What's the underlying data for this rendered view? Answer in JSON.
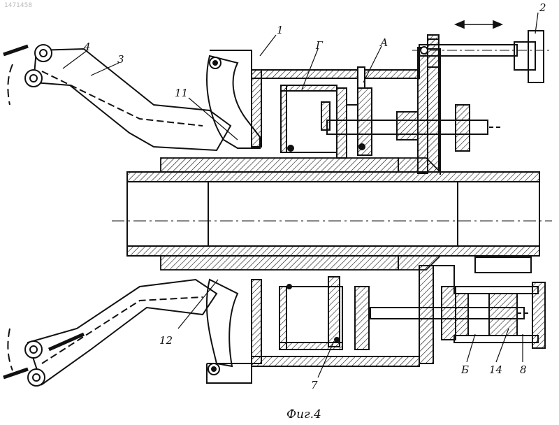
{
  "corner_number": "1471458",
  "caption": "Фиг.4",
  "labels": {
    "l1": "1",
    "l2": "2",
    "l3": "3",
    "l4": "4",
    "lG": "Г",
    "lA": "А",
    "l11": "11",
    "l12": "12",
    "l7": "7",
    "lB": "Б",
    "l14": "14",
    "l8": "8"
  }
}
